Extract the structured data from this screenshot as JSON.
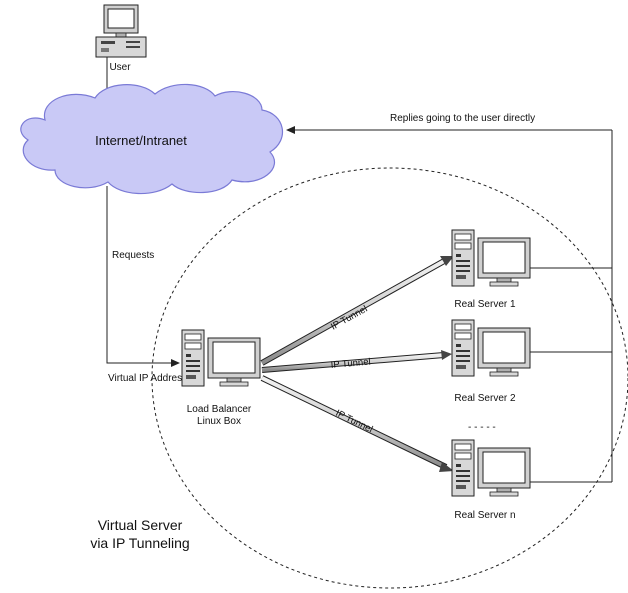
{
  "labels": {
    "user": "User",
    "cloud": "Internet/Intranet",
    "replies": "Replies going to the user directly",
    "requests": "Requests",
    "vip": "Virtual IP Address",
    "lb_line1": "Load Balancer",
    "lb_line2": "Linux Box",
    "rs1": "Real Server 1",
    "rs2": "Real Server 2",
    "rsn": "Real Server n",
    "ellipsis": "- - - - -",
    "tunnel": "IP Tunnel",
    "caption_line1": "Virtual Server",
    "caption_line2": "via IP Tunneling"
  },
  "colors": {
    "cloud_fill": "#c9c9f6",
    "cloud_stroke": "#7a7ad6",
    "line": "#222222",
    "pc_body": "#d8d8d8"
  }
}
